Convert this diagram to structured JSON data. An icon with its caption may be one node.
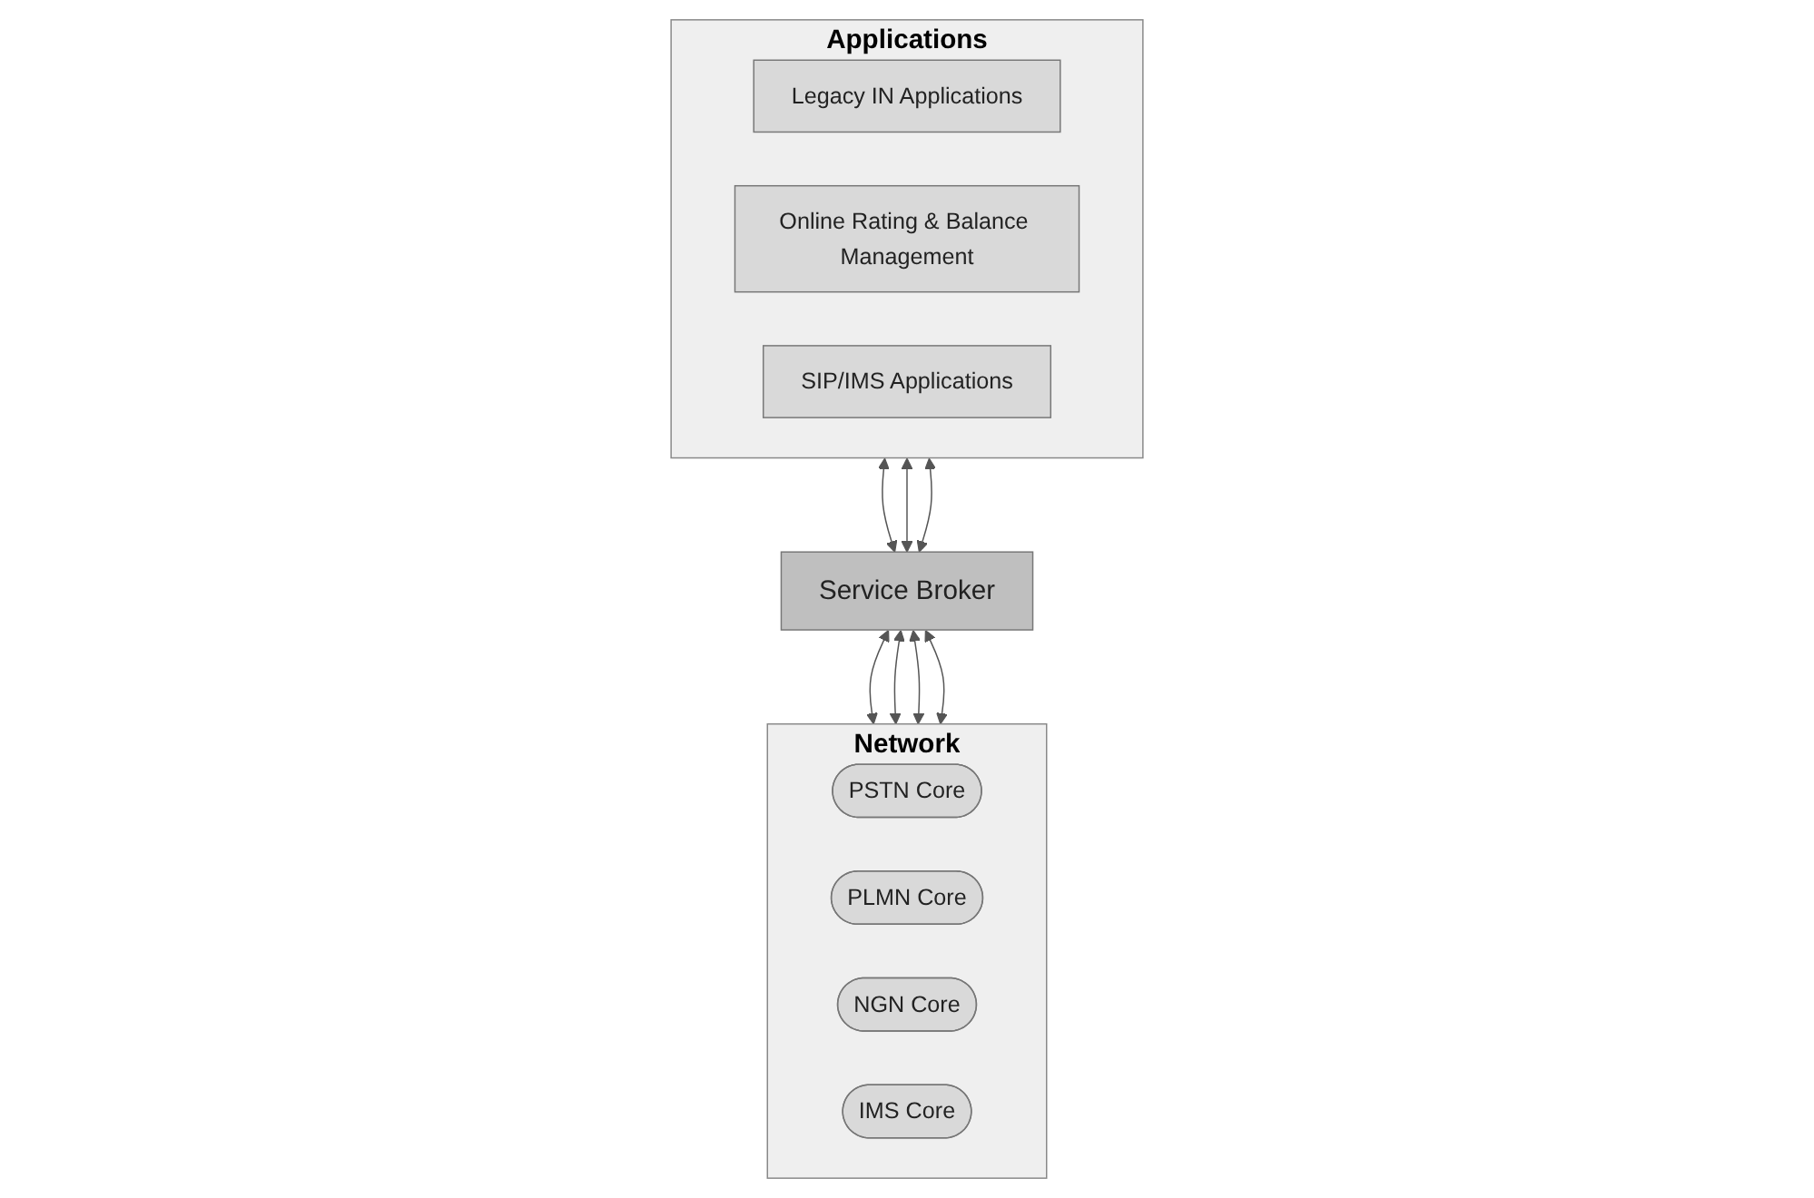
{
  "diagram": {
    "nodes": [
      {
        "text": [
          "Applications"
        ]
      },
      {
        "text": [
          "Legacy IN Applications"
        ],
        "in": 0
      },
      {
        "text": [
          "Online Rating & Balance Management"
        ],
        "in": 0
      },
      {
        "text": [
          "SIP/IMS Applications"
        ],
        "in": 0
      },
      {
        "text": [
          "Service Broker"
        ]
      },
      {
        "text": [
          "Network"
        ]
      },
      {
        "text": [
          "PSTN Core"
        ],
        "in": 5
      },
      {
        "text": [
          "PLMN Core"
        ],
        "in": 5
      },
      {
        "text": [
          "NGN Core"
        ],
        "in": 5
      },
      {
        "text": [
          "IMS Core"
        ],
        "in": 5
      }
    ],
    "edges": [
      {
        "from": 0,
        "to": 4,
        "arrow": "both"
      },
      {
        "from": 0,
        "to": 4,
        "arrow": "both"
      },
      {
        "from": 0,
        "to": 4,
        "arrow": "both"
      },
      {
        "from": 4,
        "to": 5,
        "arrow": "both"
      },
      {
        "from": 4,
        "to": 5,
        "arrow": "both"
      },
      {
        "from": 4,
        "to": 5,
        "arrow": "both"
      },
      {
        "from": 4,
        "to": 5,
        "arrow": "both"
      }
    ]
  }
}
